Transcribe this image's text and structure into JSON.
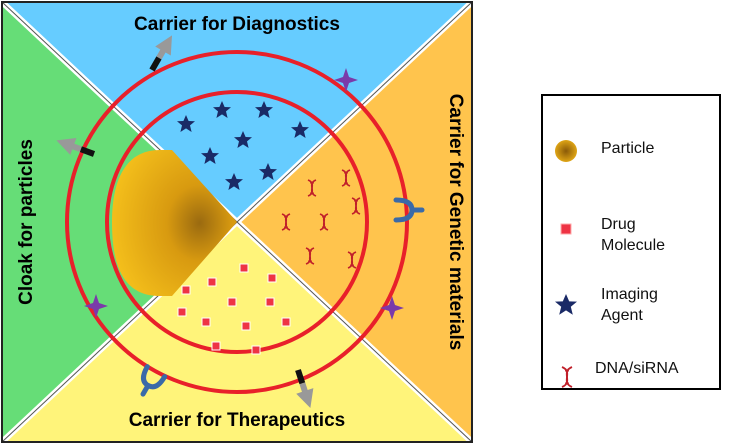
{
  "quadrants": {
    "top": {
      "title": "Carrier for Diagnostics",
      "color": "#66ccff"
    },
    "right": {
      "title": "Carrier for Genetic materials",
      "color": "#ffc44d"
    },
    "bottom": {
      "title": "Carrier for Therapeutics",
      "color": "#fff47a"
    },
    "left": {
      "title": "Cloak for particles",
      "color": "#66dd77"
    }
  },
  "legend": {
    "items": [
      {
        "icon": "particle-icon",
        "label": "Particle"
      },
      {
        "icon": "drug-molecule-icon",
        "label": "Drug\nMolecule"
      },
      {
        "icon": "imaging-agent-icon",
        "label": "Imaging\nAgent"
      },
      {
        "icon": "dna-icon",
        "label": "DNA/siRNA"
      }
    ]
  },
  "colors": {
    "ring": "#e8202a",
    "star": "#1a2a66",
    "drug": "#ee3344",
    "dna": "#c0202a",
    "particle": "#e0a010",
    "antibody": "#3a6aa8",
    "ligand": "#7a3aaa",
    "arrow": "#999999"
  }
}
